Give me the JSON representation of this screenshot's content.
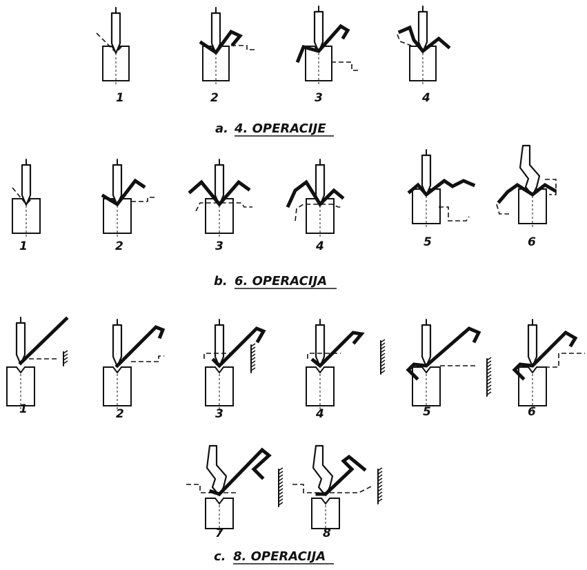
{
  "sections": [
    {
      "prefix": "a.",
      "title": "4. OPERACIJE",
      "steps": [
        "1",
        "2",
        "3",
        "4"
      ]
    },
    {
      "prefix": "b.",
      "title": "6. OPERACIJA",
      "steps": [
        "1",
        "2",
        "3",
        "4",
        "5",
        "6"
      ]
    },
    {
      "prefix": "c.",
      "title": "8. OPERACIJA",
      "steps": [
        "1",
        "2",
        "3",
        "4",
        "5",
        "6",
        "7",
        "8"
      ]
    }
  ]
}
